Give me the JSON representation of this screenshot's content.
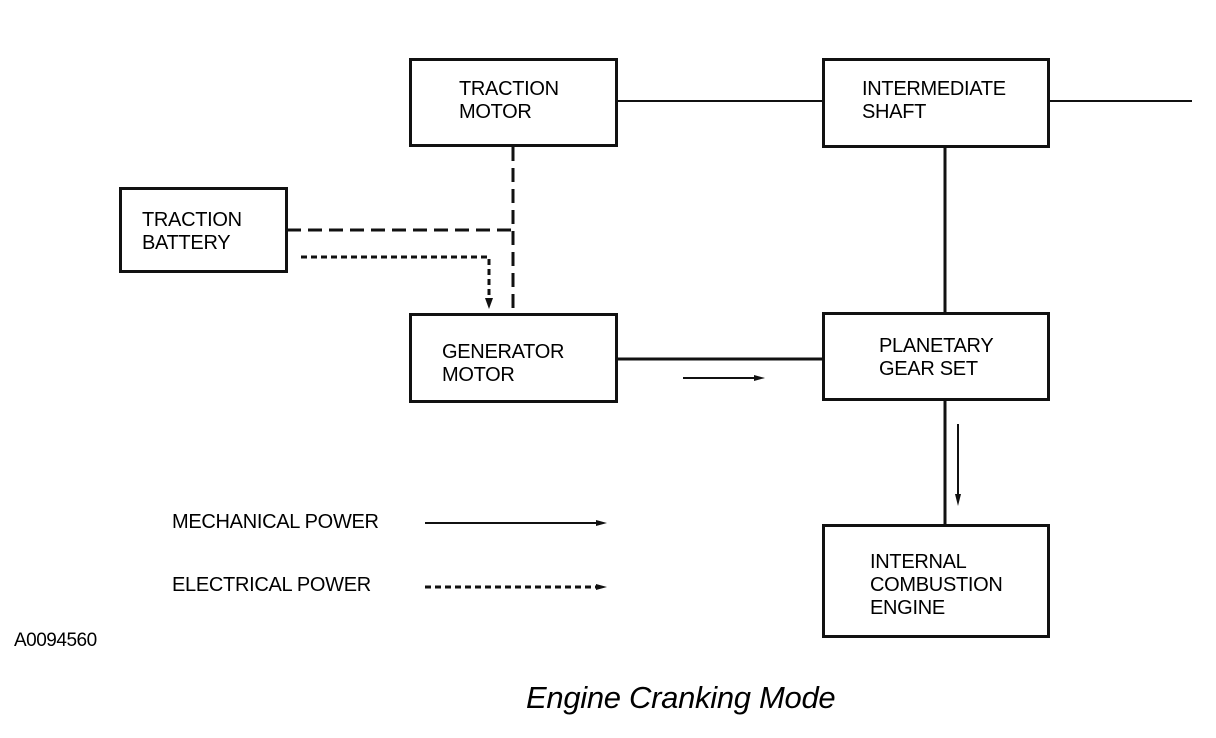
{
  "diagram": {
    "title": "Engine Cranking Mode",
    "figure_id": "A0094560",
    "components": {
      "traction_motor": "TRACTION\nMOTOR",
      "intermediate_shaft": "INTERMEDIATE\nSHAFT",
      "traction_battery": "TRACTION\nBATTERY",
      "generator_motor": "GENERATOR\nMOTOR",
      "planetary_gear_set": "PLANETARY\nGEAR SET",
      "internal_combustion_engine": "INTERNAL\nCOMBUSTION\nENGINE"
    },
    "legend": {
      "mechanical": "MECHANICAL POWER",
      "electrical": "ELECTRICAL POWER"
    },
    "flows": [
      {
        "type": "electrical",
        "from": "traction_battery",
        "to": "generator_motor"
      },
      {
        "type": "mechanical",
        "from": "generator_motor",
        "to": "planetary_gear_set"
      },
      {
        "type": "mechanical",
        "from": "planetary_gear_set",
        "to": "internal_combustion_engine"
      }
    ]
  }
}
